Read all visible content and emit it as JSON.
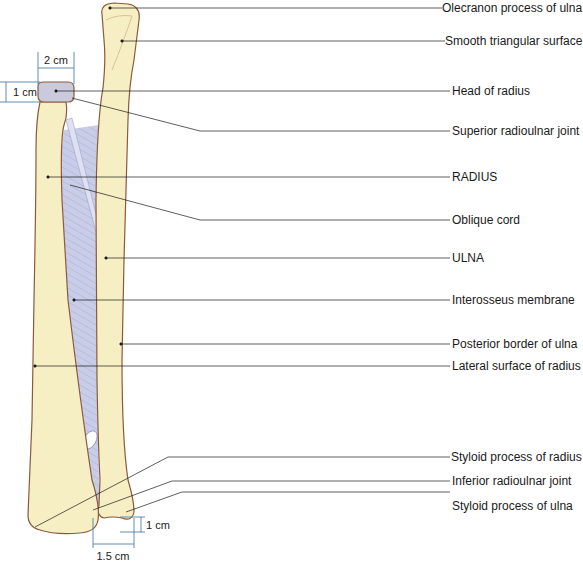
{
  "diagram": {
    "labels": [
      "Olecranon process of ulna",
      "Smooth triangular surface",
      "2 cm",
      "1 cm",
      "Head of radius",
      "Superior radioulnar joint",
      "RADIUS",
      "Oblique cord",
      "ULNA",
      "Interosseus membrane",
      "Posterior border of ulna",
      "Lateral surface of radius",
      "Styloid process of radius",
      "Inferior radioulnar joint",
      "Styloid process of ulna",
      "1 cm",
      "1.5 cm"
    ]
  }
}
